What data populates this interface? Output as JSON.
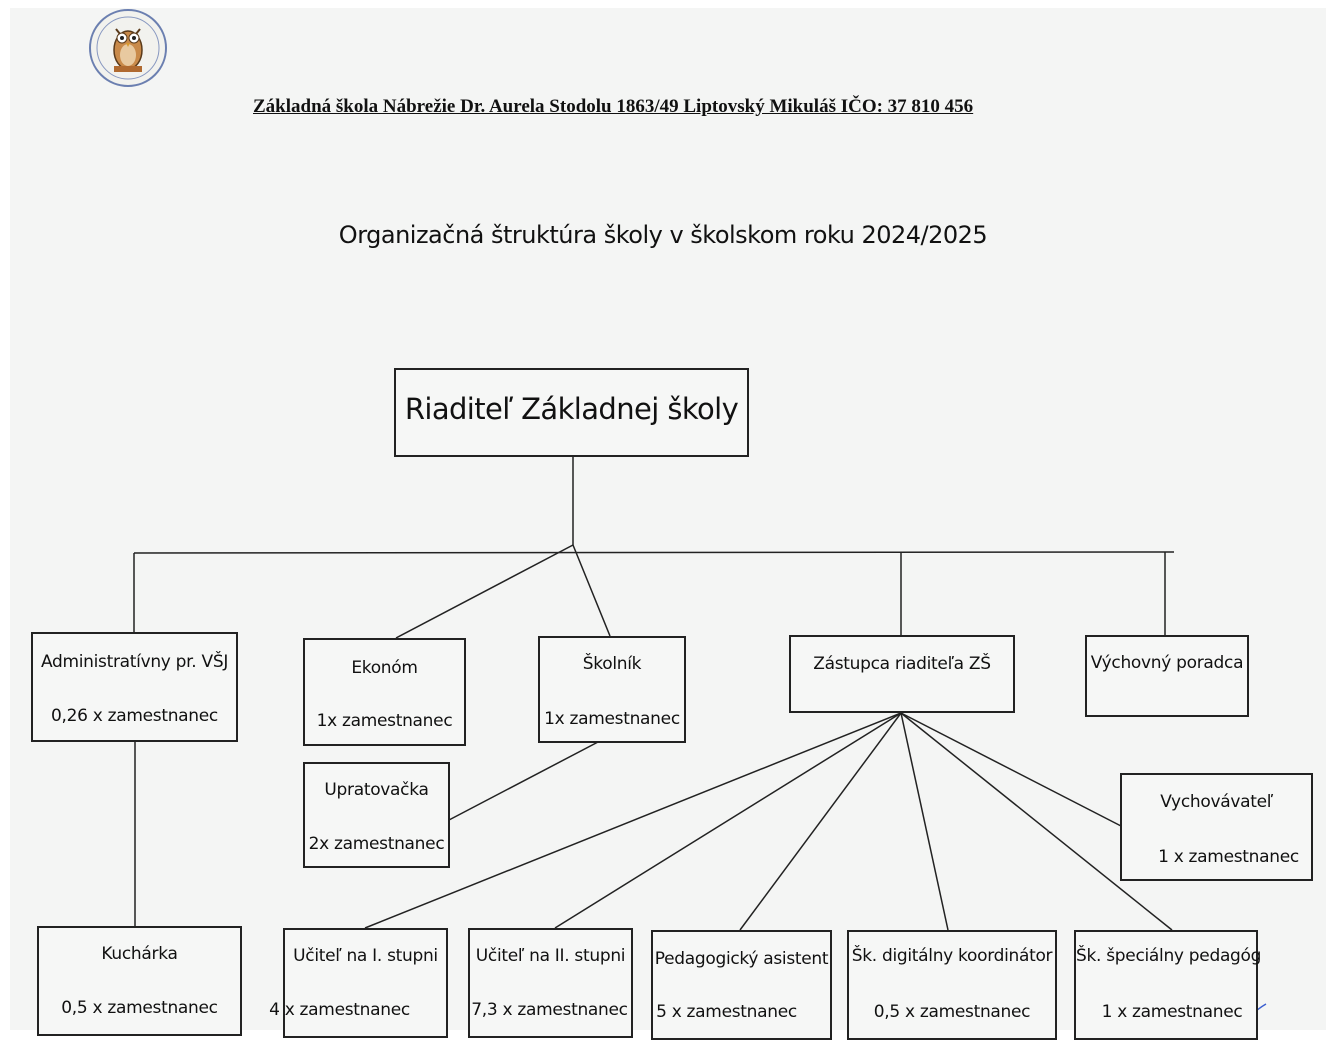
{
  "logo": {
    "name": "school-owl-logo"
  },
  "header": "Základná škola Nábrežie Dr. Aurela Stodolu 1863/49 Liptovský Mikuláš IČO: 37 810 456",
  "title": "Organizačná štruktúra školy v školskom roku 2024/2025",
  "root": {
    "name": "Riaditeľ Základnej školy"
  },
  "nodes": {
    "admin": {
      "name": "Administratívny pr. VŠJ",
      "count": "0,26 x zamestnanec"
    },
    "ekonom": {
      "name": "Ekonóm",
      "count": "1x zamestnanec"
    },
    "skolnik": {
      "name": "Školník",
      "count": "1x zamestnanec"
    },
    "zastupca": {
      "name": "Zástupca riaditeľa ZŠ"
    },
    "poradca": {
      "name": "Výchovný poradca"
    },
    "upratovacka": {
      "name": "Upratovačka",
      "count": "2x zamestnanec"
    },
    "vychovavatel": {
      "name": "Vychovávateľ",
      "count": "1 x zamestnanec"
    },
    "kucharka": {
      "name": "Kuchárka",
      "count": "0,5 x zamestnanec"
    },
    "ucitel1": {
      "name": "Učiteľ na I. stupni",
      "count": "4 x zamestnanec"
    },
    "ucitel2": {
      "name": "Učiteľ na II. stupni",
      "count": "7,3 x zamestnanec"
    },
    "asistent": {
      "name": "Pedagogický asistent",
      "count": "5 x zamestnanec"
    },
    "koordinator": {
      "name": "Šk. digitálny koordinátor",
      "count": "0,5 x zamestnanec"
    },
    "specialny": {
      "name": "Šk. špeciálny pedagóg",
      "count": "1 x zamestnanec"
    }
  },
  "colors": {
    "line": "#222222",
    "paper": "#f4f5f4"
  }
}
